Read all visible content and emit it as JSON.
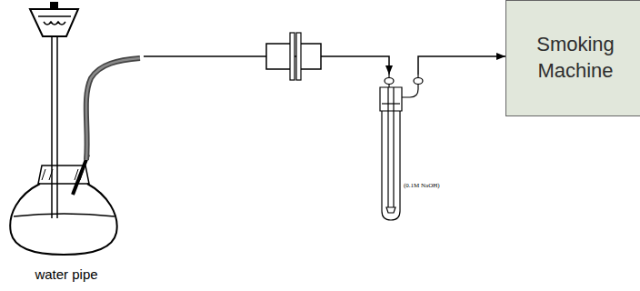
{
  "diagram": {
    "nodes": [
      {
        "text": [
          "water pipe"
        ]
      },
      {
        "text": [
          "(0.1M NaOH)"
        ]
      },
      {
        "text": [
          "Smoking Machine"
        ]
      }
    ],
    "edges": [
      {
        "from": 0,
        "to": 1,
        "arrow": "to"
      },
      {
        "from": 1,
        "to": 2,
        "arrow": "to"
      }
    ]
  }
}
